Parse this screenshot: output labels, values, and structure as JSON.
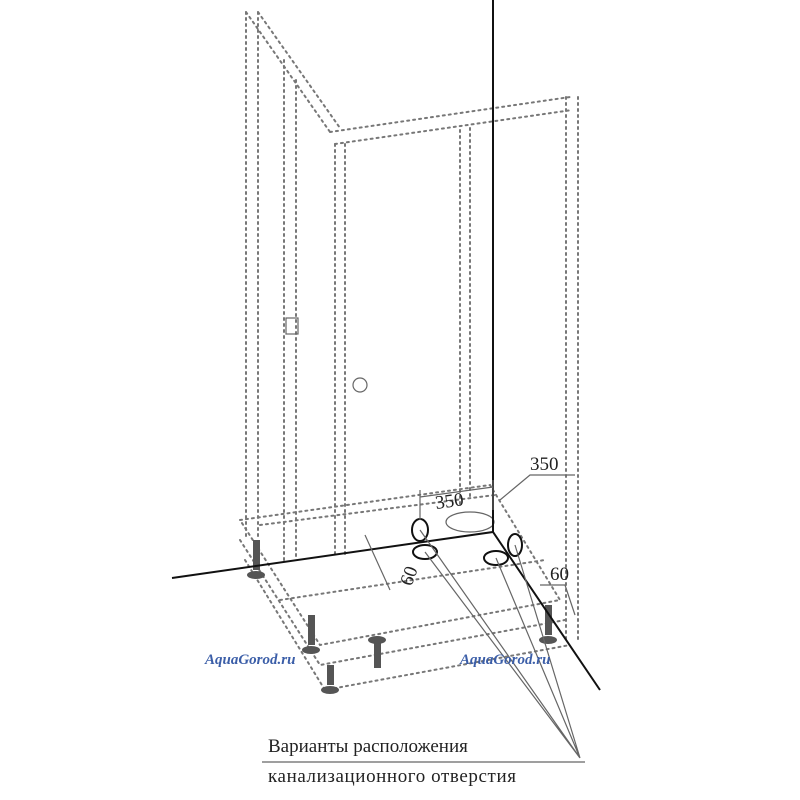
{
  "dimensions": {
    "top_left": "350",
    "top_right": "350",
    "left_offset": "60",
    "right_offset": "60"
  },
  "watermarks": [
    "AquaGorod.ru",
    "AquaGorod.ru"
  ],
  "caption": {
    "line1": "Варианты расположения",
    "line2": "канализационного отверстия"
  },
  "colors": {
    "lines": "#777777",
    "watermark": "#3b5ea8"
  }
}
